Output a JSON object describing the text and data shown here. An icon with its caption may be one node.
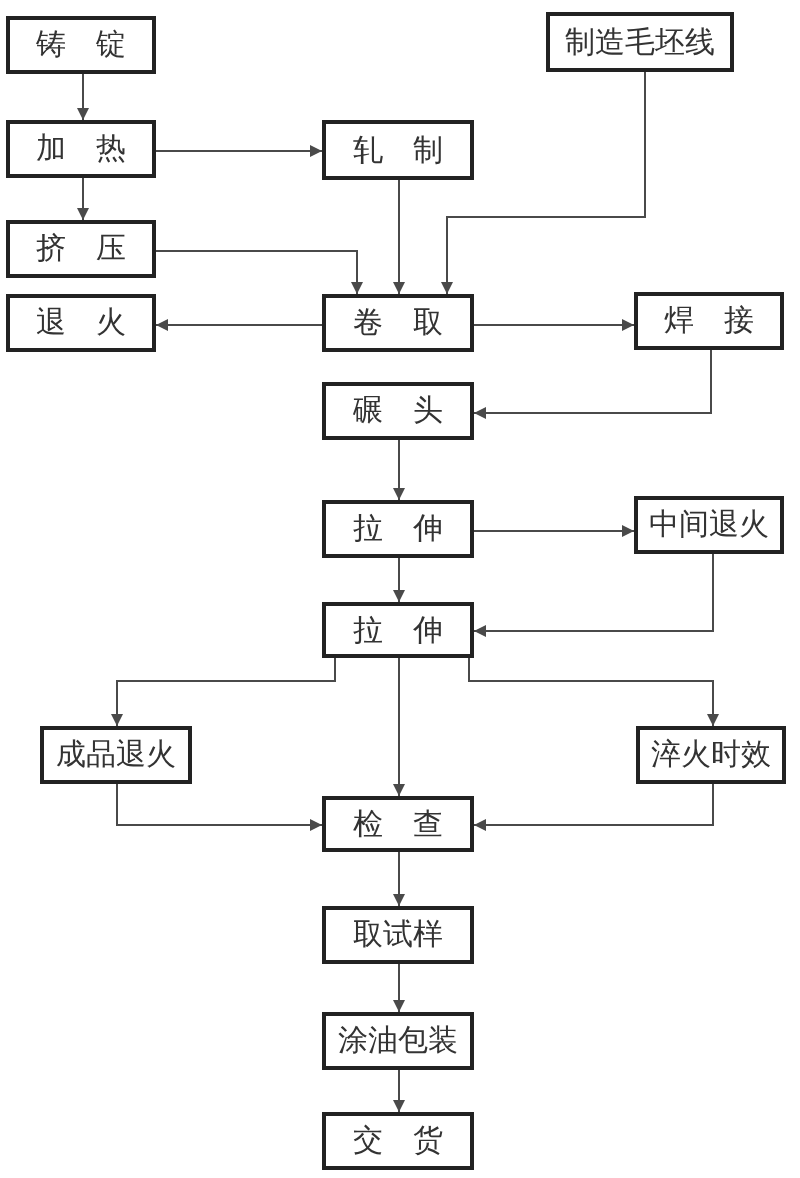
{
  "diagram": {
    "nodes": [
      {
        "text": [
          "铸锭"
        ]
      },
      {
        "text": [
          "制造毛坯线"
        ]
      },
      {
        "text": [
          "加热"
        ]
      },
      {
        "text": [
          "轧制"
        ]
      },
      {
        "text": [
          "挤压"
        ]
      },
      {
        "text": [
          "退火"
        ]
      },
      {
        "text": [
          "卷取"
        ]
      },
      {
        "text": [
          "焊接"
        ]
      },
      {
        "text": [
          "碾头"
        ]
      },
      {
        "text": [
          "拉伸"
        ]
      },
      {
        "text": [
          "中间退火"
        ]
      },
      {
        "text": [
          "拉伸"
        ]
      },
      {
        "text": [
          "成品退火"
        ]
      },
      {
        "text": [
          "淬火时效"
        ]
      },
      {
        "text": [
          "检查"
        ]
      },
      {
        "text": [
          "取试样"
        ]
      },
      {
        "text": [
          "涂油包装"
        ]
      },
      {
        "text": [
          "交货"
        ]
      }
    ],
    "edges": [
      {
        "from": 0,
        "to": 2,
        "arrow": "to"
      },
      {
        "from": 2,
        "to": 3,
        "arrow": "to"
      },
      {
        "from": 2,
        "to": 4,
        "arrow": "to"
      },
      {
        "from": 4,
        "to": 6,
        "arrow": "to"
      },
      {
        "from": 3,
        "to": 6,
        "arrow": "to"
      },
      {
        "from": 1,
        "to": 6,
        "arrow": "to"
      },
      {
        "from": 6,
        "to": 5,
        "arrow": "to"
      },
      {
        "from": 6,
        "to": 7,
        "arrow": "to"
      },
      {
        "from": 7,
        "to": 8,
        "arrow": "to"
      },
      {
        "from": 8,
        "to": 9,
        "arrow": "to"
      },
      {
        "from": 9,
        "to": 10,
        "arrow": "to"
      },
      {
        "from": 9,
        "to": 11,
        "arrow": "to"
      },
      {
        "from": 10,
        "to": 11,
        "arrow": "to"
      },
      {
        "from": 11,
        "to": 12,
        "arrow": "to"
      },
      {
        "from": 11,
        "to": 14,
        "arrow": "to"
      },
      {
        "from": 11,
        "to": 13,
        "arrow": "to"
      },
      {
        "from": 12,
        "to": 14,
        "arrow": "to"
      },
      {
        "from": 13,
        "to": 14,
        "arrow": "to"
      },
      {
        "from": 14,
        "to": 15,
        "arrow": "to"
      },
      {
        "from": 15,
        "to": 16,
        "arrow": "to"
      },
      {
        "from": 16,
        "to": 17,
        "arrow": "to"
      }
    ]
  }
}
